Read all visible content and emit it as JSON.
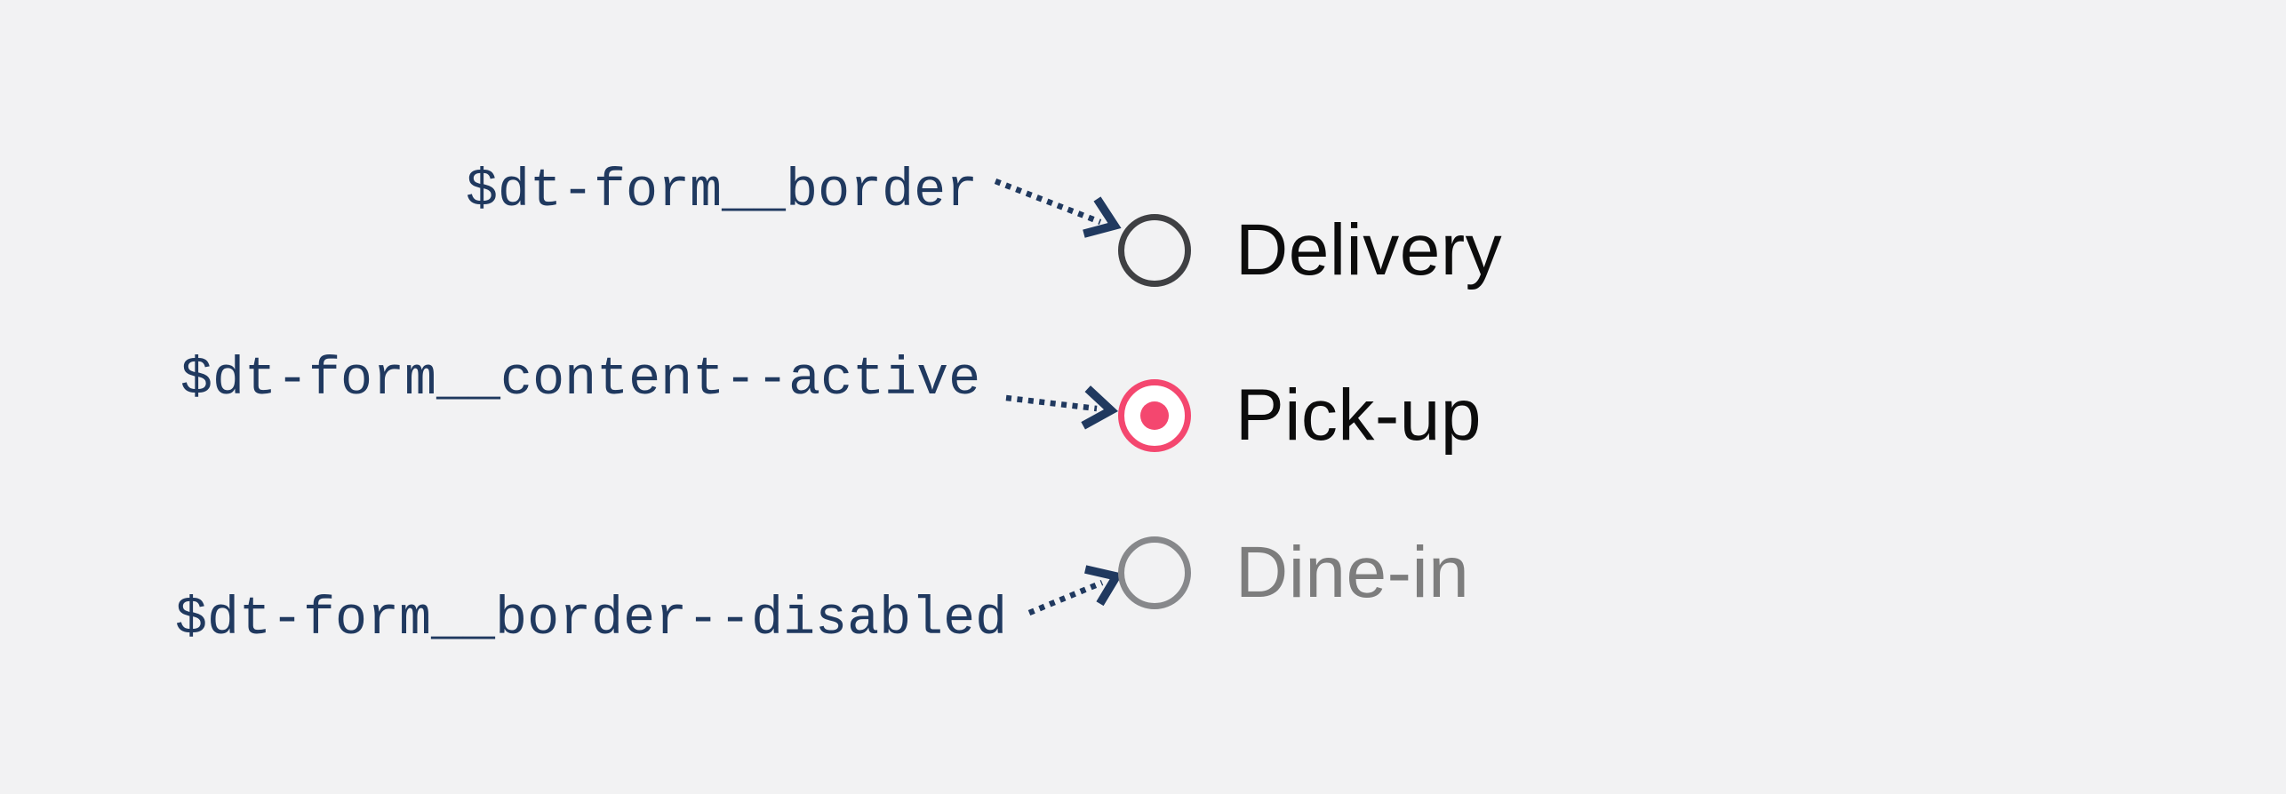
{
  "colors": {
    "background": "#f2f2f3",
    "annotation_navy": "#20395f",
    "accent_pink": "#f4476f",
    "radio_border": "#3f4043",
    "radio_border_disabled": "#87888b",
    "label_text": "#0c0c0c",
    "label_text_disabled": "#7d7d7d"
  },
  "tokens": [
    {
      "name": "$dt-form__border",
      "points_to": "Delivery radio border"
    },
    {
      "name": "$dt-form__content--active",
      "points_to": "Pick-up radio active content"
    },
    {
      "name": "$dt-form__border--disabled",
      "points_to": "Dine-in radio disabled border"
    }
  ],
  "radio_group": {
    "options": [
      {
        "label": "Delivery",
        "state": "unselected"
      },
      {
        "label": "Pick-up",
        "state": "selected"
      },
      {
        "label": "Dine-in",
        "state": "disabled"
      }
    ]
  }
}
